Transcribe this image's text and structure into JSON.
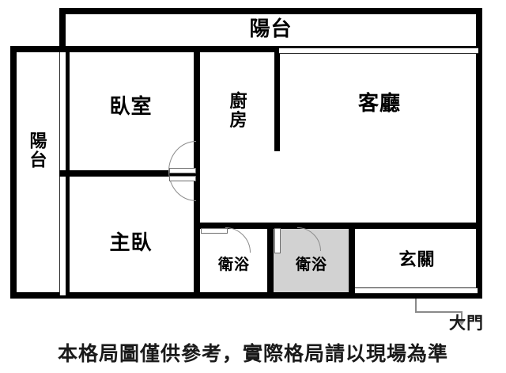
{
  "plan": {
    "caption": "本格局圖僅供參考，實際格局請以現場為準",
    "entrance_label": "大門",
    "colors": {
      "wall": "#000000",
      "room_fill": "#ffffff",
      "shaded_room_fill": "#d2d2d2",
      "glazing_line": "#2b2b2b",
      "door_swing": "#8c8c8c",
      "leader_line": "#8a8a8a",
      "text": "#1a1a1a"
    },
    "rooms": [
      {
        "key": "top_balcony",
        "label": "陽台",
        "orientation": "horizontal",
        "shaded": false
      },
      {
        "key": "left_balcony",
        "label": "陽台",
        "orientation": "vertical",
        "shaded": false
      },
      {
        "key": "bedroom",
        "label": "臥室",
        "orientation": "horizontal",
        "shaded": false
      },
      {
        "key": "master_bedroom",
        "label": "主臥",
        "orientation": "horizontal",
        "shaded": false
      },
      {
        "key": "kitchen",
        "label": "廚\n房",
        "orientation": "horizontal",
        "shaded": false
      },
      {
        "key": "living_room",
        "label": "客廳",
        "orientation": "horizontal",
        "shaded": false
      },
      {
        "key": "bathroom_1",
        "label": "衛浴",
        "orientation": "horizontal",
        "shaded": false
      },
      {
        "key": "bathroom_2",
        "label": "衛浴",
        "orientation": "horizontal",
        "shaded": true
      },
      {
        "key": "foyer",
        "label": "玄關",
        "orientation": "horizontal",
        "shaded": false
      }
    ],
    "features": [
      {
        "key": "left_balcony_sliding_door",
        "type": "sliding-door",
        "orientation": "vertical"
      },
      {
        "key": "living_room_window",
        "type": "window",
        "orientation": "horizontal"
      },
      {
        "key": "foyer_entrance_door",
        "type": "entrance-door",
        "orientation": "horizontal"
      },
      {
        "key": "bedroom_door",
        "type": "swing-door",
        "orientation": "vertical"
      },
      {
        "key": "master_bedroom_door",
        "type": "swing-door",
        "orientation": "vertical"
      },
      {
        "key": "bathroom_1_door",
        "type": "swing-door",
        "orientation": "horizontal"
      },
      {
        "key": "bathroom_2_door",
        "type": "swing-door",
        "orientation": "horizontal"
      }
    ]
  }
}
